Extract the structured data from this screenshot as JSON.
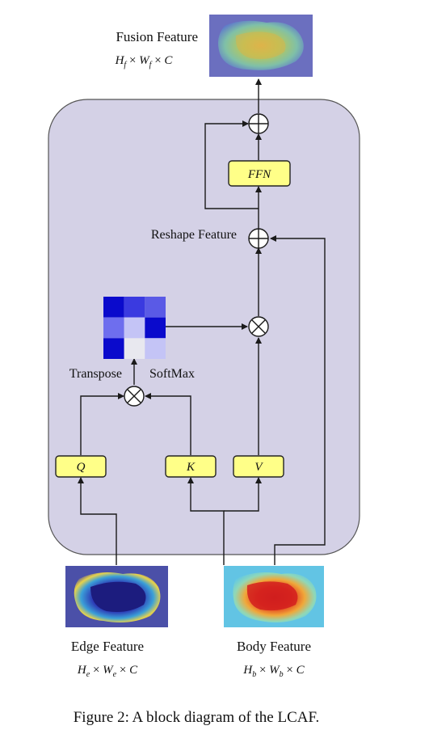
{
  "colors": {
    "panel_fill": "#d4d1e6",
    "panel_stroke": "#555555",
    "block_fill": "#ffff88",
    "wire": "#1a1a1a"
  },
  "features": {
    "fusion": {
      "title": "Fusion Feature",
      "dims": "H_f × W_f × C"
    },
    "edge": {
      "title": "Edge Feature",
      "dims": "H_e × W_e × C"
    },
    "body": {
      "title": "Body Feature",
      "dims": "H_b × W_b × C"
    }
  },
  "blocks": {
    "ffn": "FFN",
    "q": "Q",
    "k": "K",
    "v": "V"
  },
  "labels": {
    "reshape": "Reshape Feature",
    "transpose": "Transpose",
    "softmax": "SoftMax"
  },
  "operators": {
    "add": "add-icon",
    "multiply": "multiply-icon"
  },
  "attention_matrix": {
    "rows": 3,
    "cols": 3,
    "cells": [
      [
        "#0a0acc",
        "#3a3ae0",
        "#5a5ae6"
      ],
      [
        "#6e6eee",
        "#c4c4f6",
        "#0a0acc"
      ],
      [
        "#0a0acc",
        "#e8e8ef",
        "#c4c4f6"
      ]
    ]
  },
  "caption": "Figure 2: A block diagram of the LCAF."
}
